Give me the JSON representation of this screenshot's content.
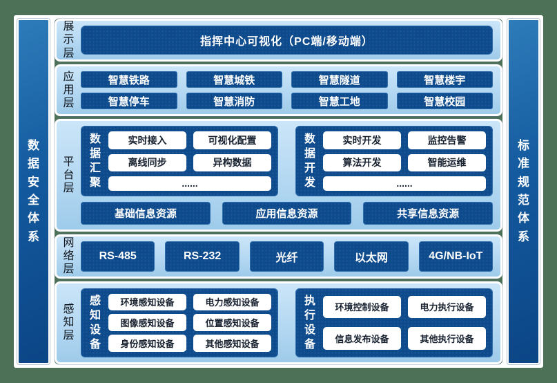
{
  "palette": {
    "background_green": "#4d7156",
    "panel_light_blue": "#b4d8f2",
    "deep_blue": "#0e4b8d",
    "pillar_blue": "#135a9e",
    "box_text_dark": "#16202e",
    "white": "#ffffff"
  },
  "pillars": {
    "left": {
      "label": "数据安全体系"
    },
    "right": {
      "label": "标准规范体系"
    }
  },
  "layers": {
    "display": {
      "label": "展示层",
      "box": "指挥中心可视化（PC端/移动端）"
    },
    "application": {
      "label": "应用层",
      "items": [
        "智慧铁路",
        "智慧城铁",
        "智慧隧道",
        "智慧楼宇",
        "智慧停车",
        "智慧消防",
        "智慧工地",
        "智慧校园"
      ]
    },
    "platform": {
      "label": "平台层",
      "groups": [
        {
          "name": "数据汇聚",
          "items": [
            "实时接入",
            "可视化配置",
            "离线同步",
            "异构数据"
          ],
          "more": "......"
        },
        {
          "name": "数据开发",
          "items": [
            "实时开发",
            "监控告警",
            "算法开发",
            "智能运维"
          ],
          "more": "......"
        }
      ],
      "resources": [
        "基础信息资源",
        "应用信息资源",
        "共享信息资源"
      ]
    },
    "network": {
      "label": "网络层",
      "items": [
        "RS-485",
        "RS-232",
        "光纤",
        "以太网",
        "4G/NB-IoT"
      ]
    },
    "perception": {
      "label": "感知层",
      "groups": [
        {
          "name": "感知设备",
          "items": [
            "环境感知设备",
            "电力感知设备",
            "图像感知设备",
            "位置感知设备",
            "身份感知设备",
            "其他感知设备"
          ]
        },
        {
          "name": "执行设备",
          "items": [
            "环境控制设备",
            "电力执行设备",
            "信息发布设备",
            "其他执行设备"
          ]
        }
      ]
    }
  }
}
